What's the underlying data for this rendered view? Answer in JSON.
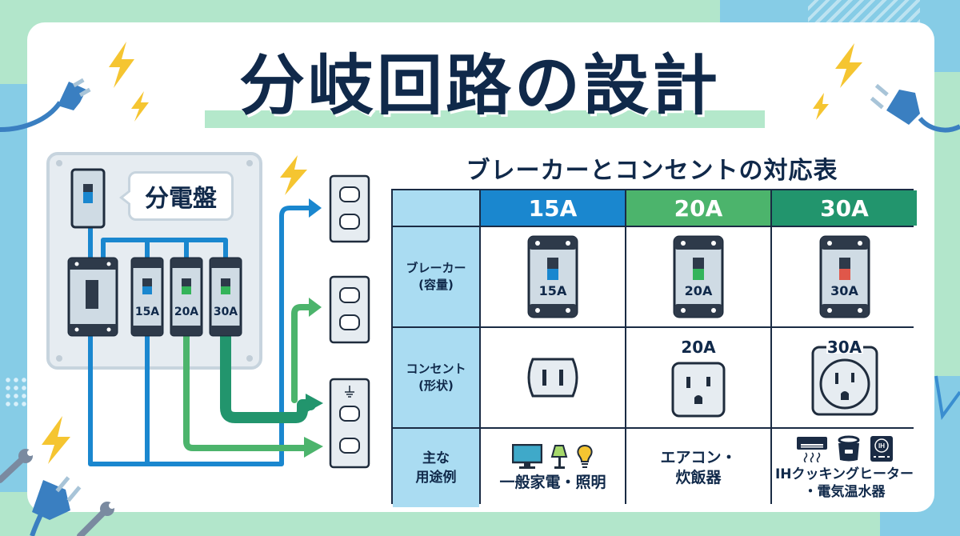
{
  "title": "分岐回路の設計",
  "diagram": {
    "panel_label": "分電盤",
    "breakers": [
      "15A",
      "20A",
      "30A"
    ]
  },
  "table": {
    "subtitle": "ブレーカーとコンセントの対応表",
    "columns": [
      "15A",
      "20A",
      "30A"
    ],
    "column_colors": [
      "#1a87cf",
      "#4cb46c",
      "#22956d"
    ],
    "rows": [
      {
        "header_line1": "ブレーカー",
        "header_line2": "(容量)",
        "cells": [
          {
            "label": "15A",
            "indicator_color": "#1a87cf"
          },
          {
            "label": "20A",
            "indicator_color": "#34b45a"
          },
          {
            "label": "30A",
            "indicator_color": "#e0574a"
          }
        ]
      },
      {
        "header_line1": "コンセント",
        "header_line2": "(形状)",
        "cells": [
          {
            "label": "",
            "icon": "two-prong-outlet-icon"
          },
          {
            "label": "20A",
            "icon": "grounded-outlet-square-icon"
          },
          {
            "label": "30A",
            "icon": "grounded-outlet-round-icon"
          }
        ]
      },
      {
        "header_line1": "主な",
        "header_line2": "用途例",
        "cells": [
          {
            "line1": "一般家電・照明",
            "line2": "",
            "icons": [
              "tv-icon",
              "lamp-icon",
              "light-bulb-icon"
            ]
          },
          {
            "line1": "エアコン・",
            "line2": "炊飯器",
            "icons": []
          },
          {
            "line1": "IHクッキングヒーター",
            "line2": "・電気温水器",
            "icons": [
              "air-conditioner-icon",
              "rice-cooker-icon",
              "ih-cooktop-icon"
            ]
          }
        ]
      }
    ]
  },
  "colors": {
    "navy": "#10294a",
    "blue": "#1a87cf",
    "green": "#4cb46c",
    "teal": "#22956d",
    "yellow": "#f5c531"
  }
}
